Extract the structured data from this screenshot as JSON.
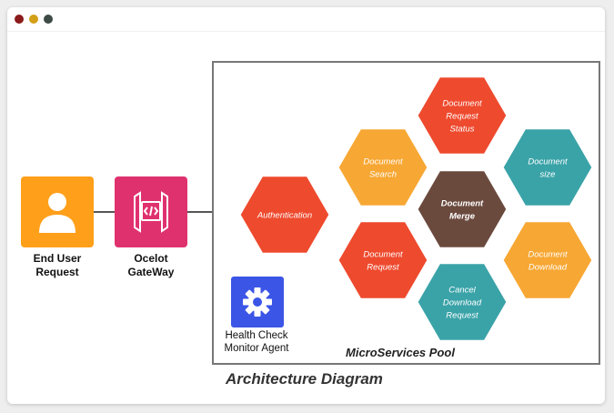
{
  "window_controls": [
    {
      "name": "close",
      "color": "#8b1a1a"
    },
    {
      "name": "minimize",
      "color": "#d4a017"
    },
    {
      "name": "maximize",
      "color": "#3d4a45"
    }
  ],
  "nodes": {
    "end_user": {
      "label_line1": "End User",
      "label_line2": "Request",
      "icon": "user-icon",
      "color": "#ff9f1a"
    },
    "gateway": {
      "label_line1": "Ocelot",
      "label_line2": "GateWay",
      "icon": "gateway-code-icon",
      "color": "#e0316f"
    },
    "health_check": {
      "label_line1": "Health Check",
      "label_line2": "Monitor Agent",
      "icon": "gear-icon",
      "color": "#3b55e6"
    }
  },
  "pool": {
    "label": "MicroServices Pool"
  },
  "services": [
    {
      "id": "authentication",
      "lines": [
        "Authentication"
      ],
      "color": "#ee4a2e"
    },
    {
      "id": "document-search",
      "lines": [
        "Document",
        "Search"
      ],
      "color": "#f7a733"
    },
    {
      "id": "document-request-status",
      "lines": [
        "Document",
        "Request",
        "Status"
      ],
      "color": "#ee4a2e"
    },
    {
      "id": "document-size",
      "lines": [
        "Document",
        "size"
      ],
      "color": "#3aa3a8"
    },
    {
      "id": "document-merge",
      "lines": [
        "Document",
        "Merge"
      ],
      "color": "#6b4a3e"
    },
    {
      "id": "document-request",
      "lines": [
        "Document",
        "Request"
      ],
      "color": "#ee4a2e"
    },
    {
      "id": "cancel-download-request",
      "lines": [
        "Cancel",
        "Download",
        "Request"
      ],
      "color": "#3aa3a8"
    },
    {
      "id": "document-download",
      "lines": [
        "Document",
        "Download"
      ],
      "color": "#f7a733"
    }
  ],
  "title": "Architecture Diagram"
}
